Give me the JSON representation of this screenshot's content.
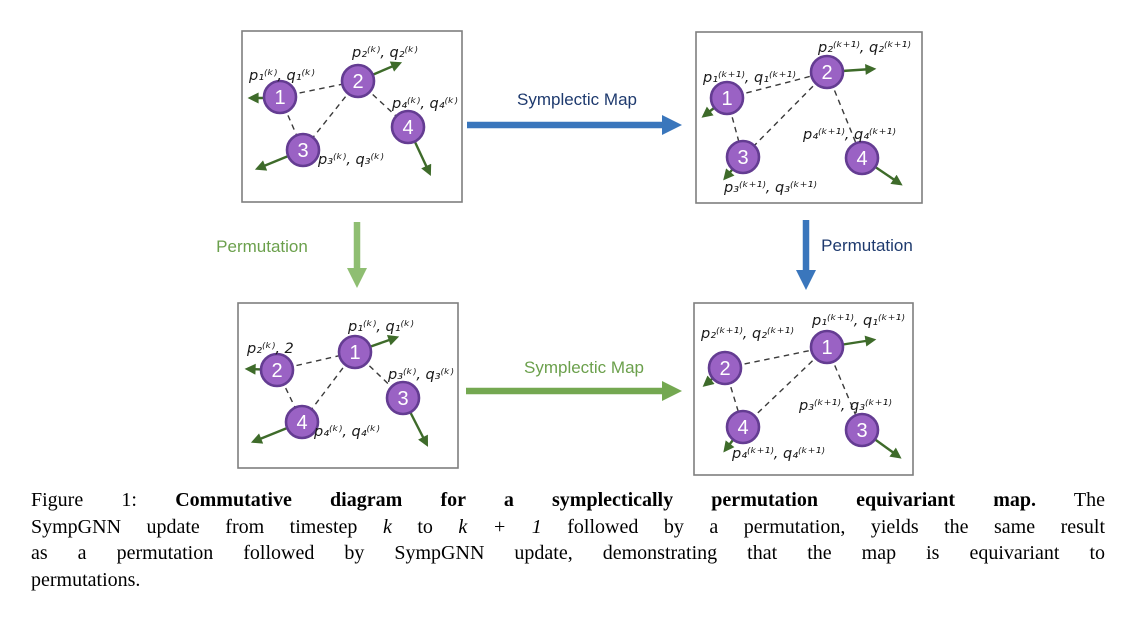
{
  "figure": {
    "colors": {
      "node_fill": "#9A62C4",
      "node_stroke": "#643C92",
      "node_number": "#FFFFFF",
      "edge_color": "#3A3A3A",
      "vel_arrow": "#3E6B2A",
      "big_blue": "#3A76BC",
      "big_green": "#74A851",
      "perm_green": "#8FBE72",
      "text_navy": "#1E3A6E",
      "text_green": "#6BA04C",
      "box_stroke": "#7F7F7F",
      "label_color": "#1A1A1A"
    },
    "arrows": {
      "top": {
        "label": "Symplectic Map"
      },
      "bottom": {
        "label": "Symplectic Map"
      },
      "left": {
        "label": "Permutation"
      },
      "right": {
        "label": "Permutation"
      }
    },
    "boxes": {
      "top_left": {
        "nodes": [
          {
            "num": "1",
            "label": "p₁⁽ᵏ⁾, q₁⁽ᵏ⁾"
          },
          {
            "num": "2",
            "label": "p₂⁽ᵏ⁾, q₂⁽ᵏ⁾"
          },
          {
            "num": "3",
            "label": "p₃⁽ᵏ⁾, q₃⁽ᵏ⁾"
          },
          {
            "num": "4",
            "label": "p₄⁽ᵏ⁾, q₄⁽ᵏ⁾"
          }
        ]
      },
      "top_right": {
        "nodes": [
          {
            "num": "1",
            "label": "p₁⁽ᵏ⁺¹⁾, q₁⁽ᵏ⁺¹⁾"
          },
          {
            "num": "2",
            "label": "p₂⁽ᵏ⁺¹⁾, q₂⁽ᵏ⁺¹⁾"
          },
          {
            "num": "3",
            "label": "p₃⁽ᵏ⁺¹⁾, q₃⁽ᵏ⁺¹⁾"
          },
          {
            "num": "4",
            "label": "p₄⁽ᵏ⁺¹⁾, q₄⁽ᵏ⁺¹⁾"
          }
        ]
      },
      "bottom_left": {
        "nodes": [
          {
            "num": "1",
            "label": "p₁⁽ᵏ⁾, q₁⁽ᵏ⁾"
          },
          {
            "num": "2",
            "label": "p₂⁽ᵏ⁾, 2"
          },
          {
            "num": "3",
            "label": "p₃⁽ᵏ⁾, q₃⁽ᵏ⁾"
          },
          {
            "num": "4",
            "label": "p₄⁽ᵏ⁾, q₄⁽ᵏ⁾"
          }
        ]
      },
      "bottom_right": {
        "nodes": [
          {
            "num": "1",
            "label": "p₁⁽ᵏ⁺¹⁾, q₁⁽ᵏ⁺¹⁾"
          },
          {
            "num": "2",
            "label": "p₂⁽ᵏ⁺¹⁾, q₂⁽ᵏ⁺¹⁾"
          },
          {
            "num": "3",
            "label": "p₃⁽ᵏ⁺¹⁾, q₃⁽ᵏ⁺¹⁾"
          },
          {
            "num": "4",
            "label": "p₄⁽ᵏ⁺¹⁾, q₄⁽ᵏ⁺¹⁾"
          }
        ]
      }
    }
  },
  "caption": {
    "line1": {
      "prefix": "Figure 1:",
      "bold": "Commutative diagram for a symplectically permutation equivariant map.",
      "tail": "The"
    },
    "line2": {
      "a": "SympGNN update from timestep",
      "k1": "k",
      "b": "to",
      "k2": "k + 1",
      "c": "followed by a permutation, yields the same result"
    },
    "line3": "as a permutation followed by SympGNN update, demonstrating that the map is equivariant to",
    "line4": "permutations."
  }
}
